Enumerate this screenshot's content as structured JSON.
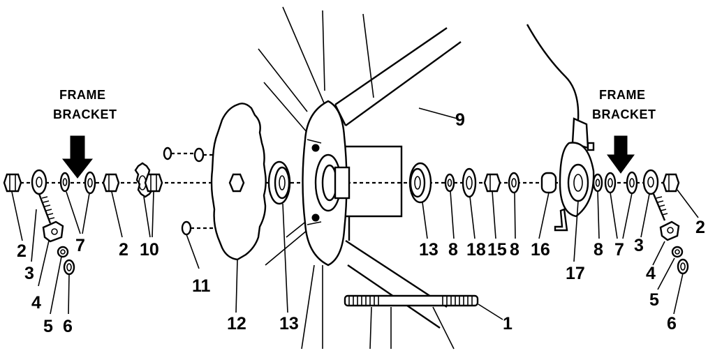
{
  "diagram": {
    "headers": {
      "left": [
        "FRAME",
        "BRACKET"
      ],
      "right": [
        "FRAME",
        "BRACKET"
      ]
    },
    "labels": {
      "l2a": "2",
      "l3a": "3",
      "l4a": "4",
      "l5a": "5",
      "l6a": "6",
      "l7a": "7",
      "l2b": "2",
      "l10": "10",
      "l11": "11",
      "l12": "12",
      "l13a": "13",
      "l9": "9",
      "l13b": "13",
      "l8a": "8",
      "l18": "18",
      "l15": "15",
      "l8b": "8",
      "l16": "16",
      "l17": "17",
      "l8c": "8",
      "l7b": "7",
      "l3b": "3",
      "l2c": "2",
      "l4b": "4",
      "l5b": "5",
      "l6b": "6",
      "l1": "1"
    }
  }
}
